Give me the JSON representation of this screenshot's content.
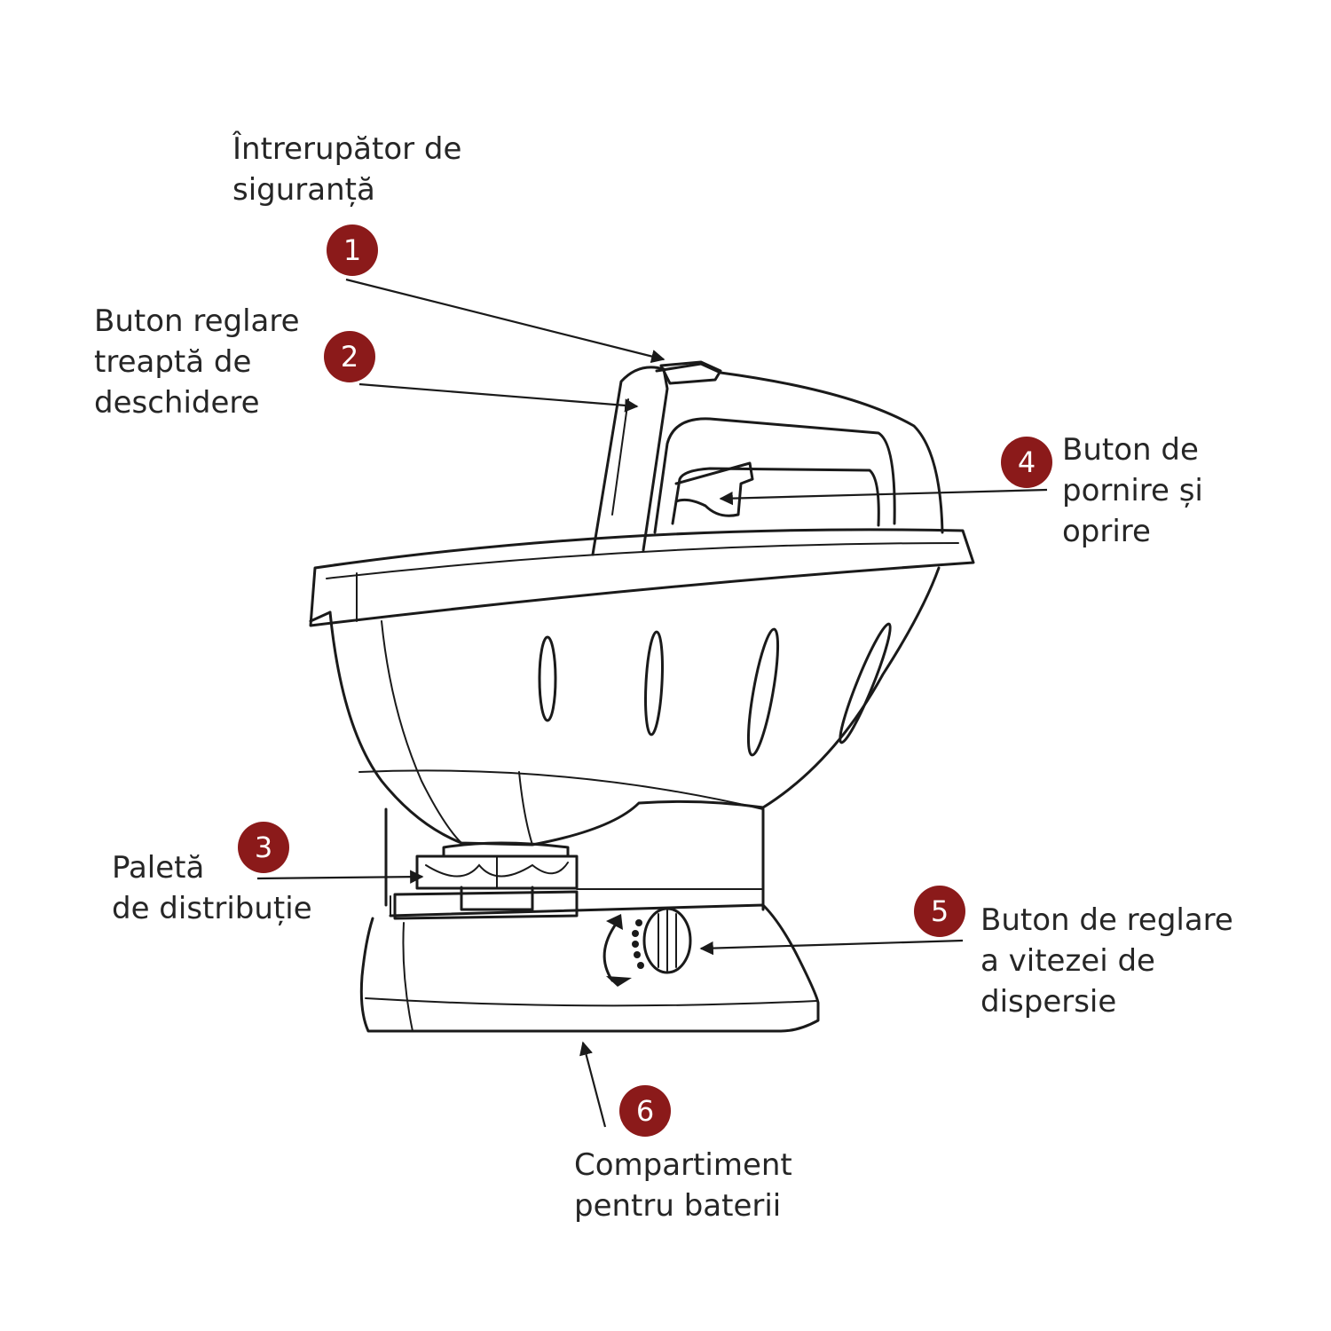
{
  "callouts": [
    {
      "number": "1",
      "lines": [
        "Întrerupător de",
        "siguranță"
      ]
    },
    {
      "number": "2",
      "lines": [
        "Buton reglare",
        "treaptă de",
        "deschidere"
      ]
    },
    {
      "number": "3",
      "lines": [
        "Paletă",
        "de distribuție"
      ]
    },
    {
      "number": "4",
      "lines": [
        "Buton de",
        "pornire și",
        "oprire"
      ]
    },
    {
      "number": "5",
      "lines": [
        "Buton de reglare",
        "a vitezei de",
        "dispersie"
      ]
    },
    {
      "number": "6",
      "lines": [
        "Compartiment",
        "pentru baterii"
      ]
    }
  ],
  "colors": {
    "badge": "#8b1a1a",
    "text": "#262626",
    "outline": "#1a1a1a"
  }
}
